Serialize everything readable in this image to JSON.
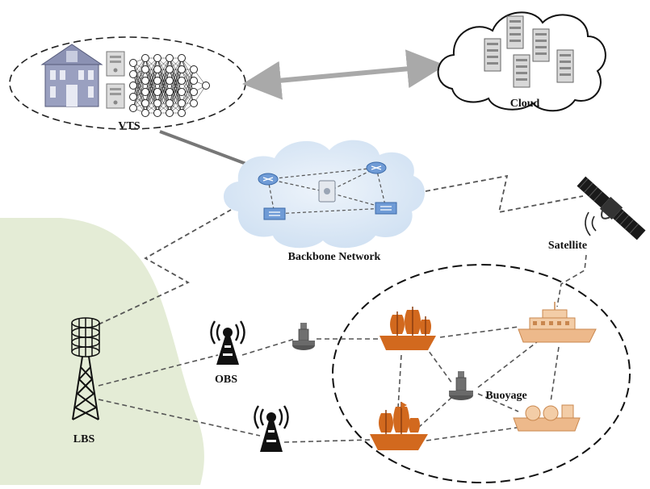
{
  "labels": {
    "vts": "VTS",
    "cloud": "Cloud",
    "backbone": "Backbone Network",
    "satellite": "Satellite",
    "obs": "OBS",
    "lbs": "LBS",
    "buoyage": "Buoyage"
  },
  "colors": {
    "land": "#e4ecd6",
    "cloud_fill": "#dde9f6",
    "ship_orange": "#d2691e",
    "ship_light": "#edb98b",
    "link_line": "#555555",
    "vts_line": "#777777",
    "arrow": "#a9a9a9"
  },
  "icons": [
    "building-icon",
    "server-icon",
    "neural-network-icon",
    "router-icon",
    "switch-icon",
    "satellite-icon",
    "tower-icon",
    "antenna-icon",
    "buoy-icon",
    "ship-icon"
  ]
}
